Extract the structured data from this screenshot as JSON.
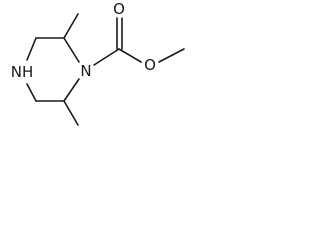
{
  "molecule": {
    "atoms": {
      "ring_nitrogen": "N",
      "amine": "NH",
      "carbonyl_oxygen": "O",
      "ester_oxygen": "O"
    }
  }
}
